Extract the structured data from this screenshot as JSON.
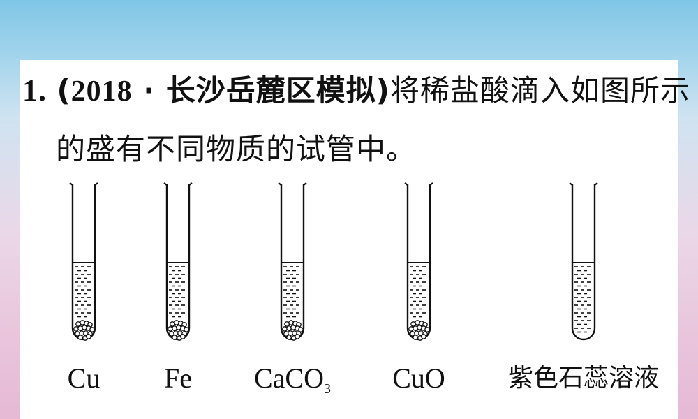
{
  "question": {
    "number": "1.",
    "source_open": "(",
    "source_year": "2018",
    "source_dot": "·",
    "source_place": "长沙岳麓区模拟",
    "source_close": ")",
    "text_line1": "将稀盐酸滴入如图所示",
    "text_line2": "的盛有不同物质的试管中。"
  },
  "tubes": [
    {
      "label": "Cu",
      "label_sub": "",
      "contents": "solid-particles"
    },
    {
      "label": "Fe",
      "label_sub": "",
      "contents": "solid-particles"
    },
    {
      "label": "CaCO",
      "label_sub": "3",
      "contents": "solid-particles"
    },
    {
      "label": "CuO",
      "label_sub": "",
      "contents": "solid-particles"
    },
    {
      "label": "紫色石蕊溶液",
      "label_sub": "",
      "contents": "liquid-only"
    }
  ],
  "colors": {
    "background_top": "#7fc6e6",
    "background_bottom": "#e6b9d4",
    "card": "#ffffff",
    "ink": "#111111"
  }
}
